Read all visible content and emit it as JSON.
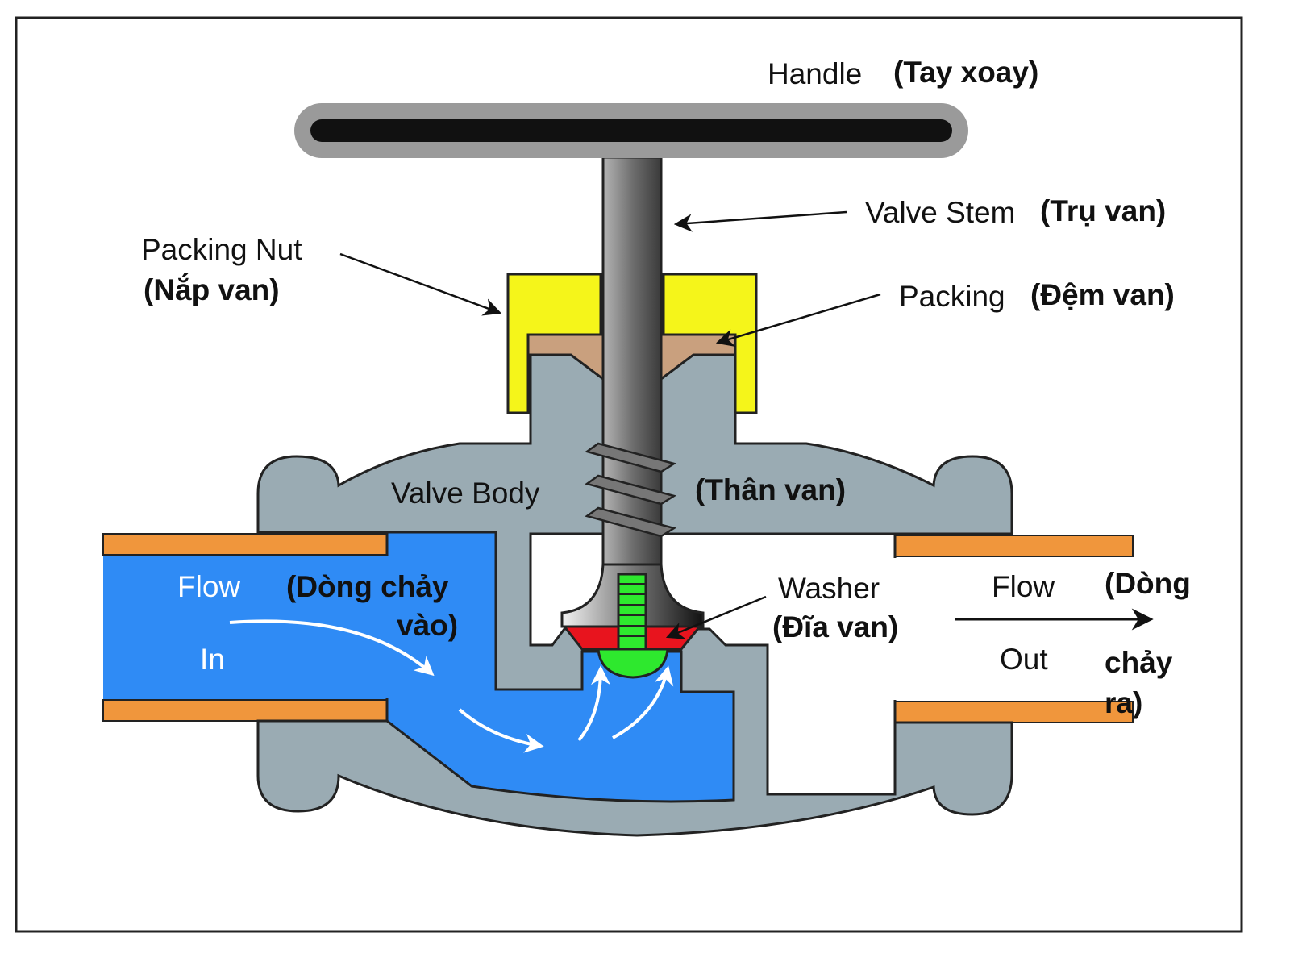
{
  "labels": {
    "handle": "Handle",
    "handle_vi": "(Tay xoay)",
    "valve_stem": "Valve Stem",
    "valve_stem_vi": "(Trụ van)",
    "packing_nut": "Packing Nut",
    "packing_nut_vi": "(Nắp van)",
    "packing": "Packing",
    "packing_vi": "(Đệm van)",
    "valve_body": "Valve Body",
    "valve_body_vi": "(Thân van)",
    "flow_in_1": "Flow",
    "flow_in_2": "In",
    "flow_in_vi_1": "(Dòng chảy",
    "flow_in_vi_2": "vào)",
    "washer": "Washer",
    "washer_vi": "(Đĩa van)",
    "flow_out_1": "Flow",
    "flow_out_2": "Out",
    "flow_out_vi_1": "(Dòng",
    "flow_out_vi_2": "chảy",
    "flow_out_vi_3": "ra)"
  },
  "colors": {
    "body": "#9aabb3",
    "water": "#2f8bf5",
    "pipe": "#f0963c",
    "packing_nut": "#f5f51a",
    "packing": "#c9a07e",
    "washer": "#e8141e",
    "screw": "#2ee82e",
    "handle": "#9a9a9a"
  }
}
